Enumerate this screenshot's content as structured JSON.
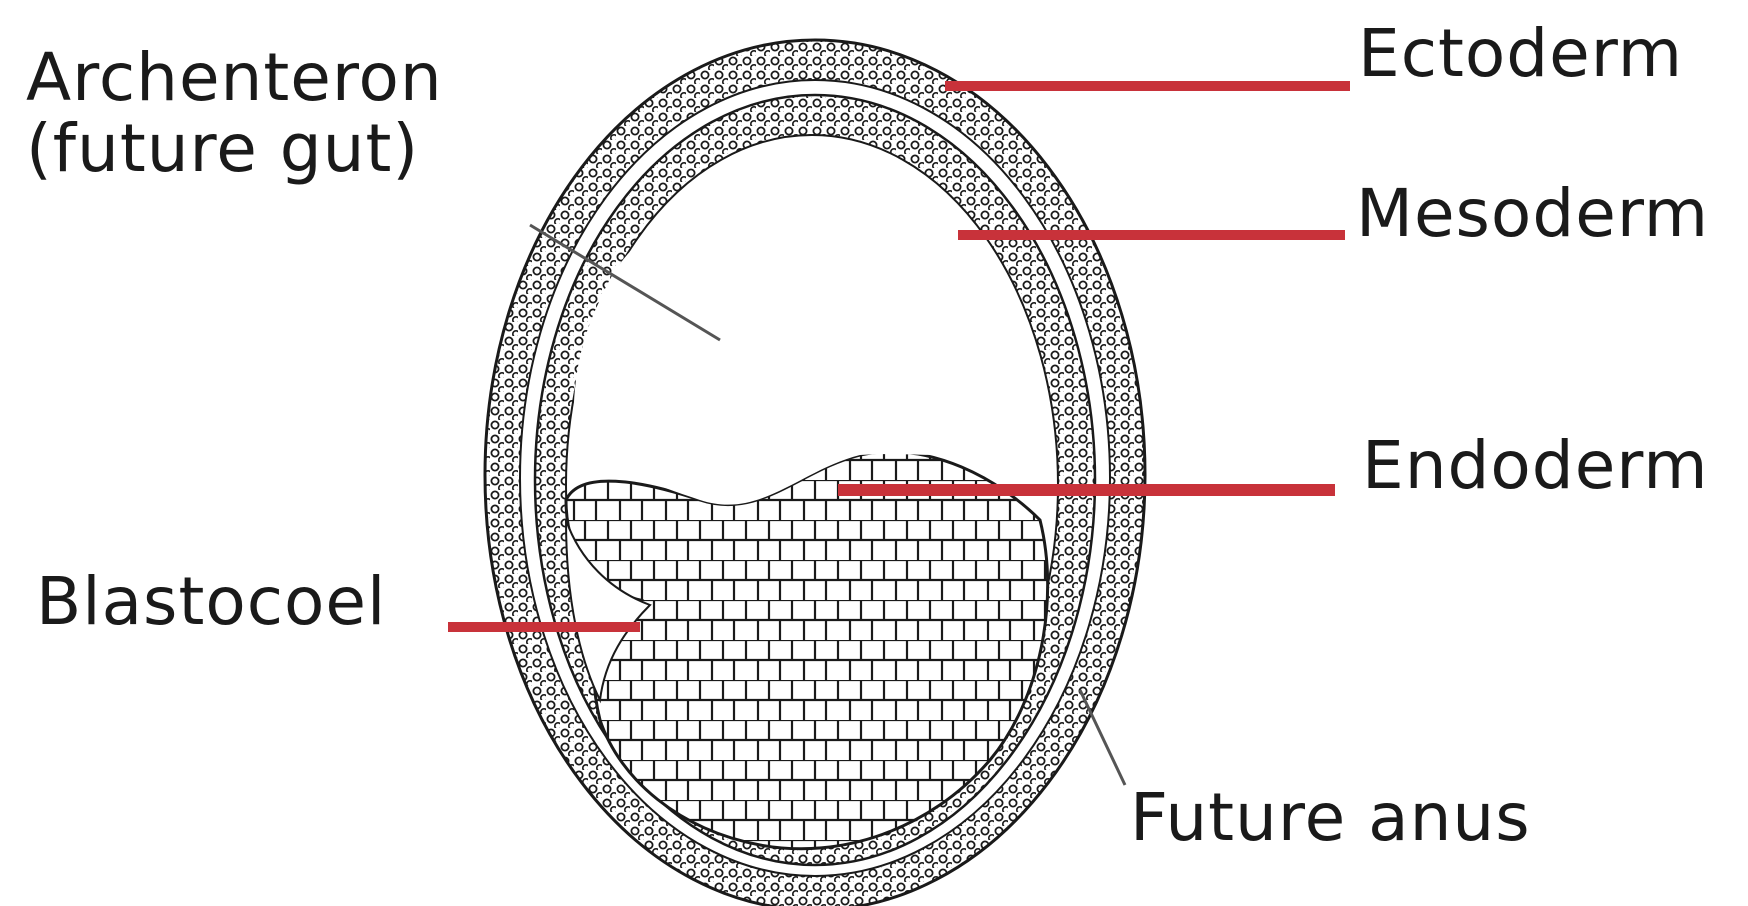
{
  "labels": {
    "archenteron_line1": "Archenteron",
    "archenteron_line2": "(future gut)",
    "ectoderm": "Ectoderm",
    "mesoderm": "Mesoderm",
    "endoderm": "Endoderm",
    "blastocoel": "Blastocoel",
    "future_anus": "Future anus"
  },
  "colors": {
    "leader_line": "#c8323a",
    "cell_outline": "#1a1a1a",
    "text": "#1a1a1a",
    "background": "#ffffff"
  }
}
